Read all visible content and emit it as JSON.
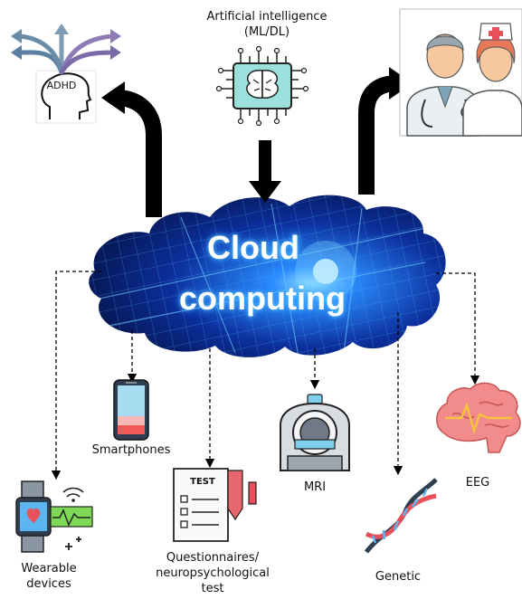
{
  "ai": {
    "line1": "Artificial intelligence",
    "line2": "(ML/DL)"
  },
  "adhd": {
    "label": "ADHD"
  },
  "cloud": {
    "line1": "Cloud",
    "line2": "computing"
  },
  "sources": {
    "smartphones": "Smartphones",
    "mri": "MRI",
    "eeg": "EEG",
    "wearable_l1": "Wearable",
    "wearable_l2": "devices",
    "quest_l1": "Questionnaires/",
    "quest_l2": "neuropsychological",
    "quest_l3": "test",
    "genetic": "Genetic",
    "test_sheet": "TEST"
  },
  "colors": {
    "cloud_dark": "#0a1f6b",
    "cloud_glow": "#1fa8ff",
    "arrow": "#000000",
    "eeg_brain": "#f28b8b"
  }
}
